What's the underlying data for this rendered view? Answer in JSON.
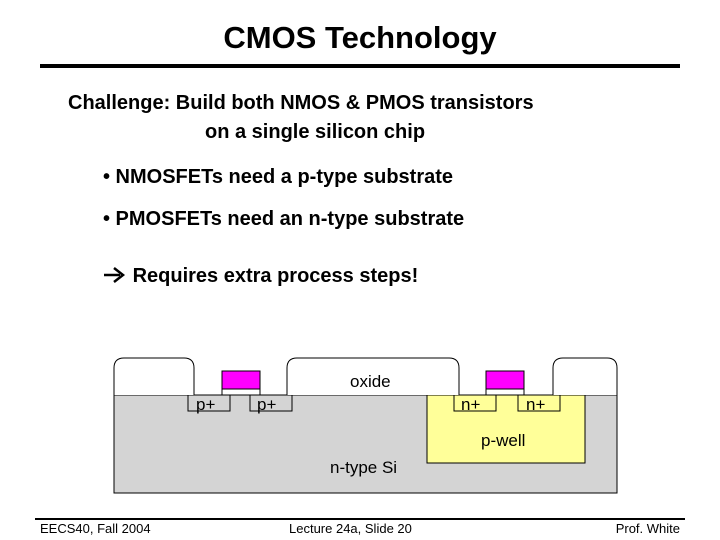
{
  "slide": {
    "title": "CMOS Technology",
    "challenge_line1": "Challenge:  Build both NMOS & PMOS transistors",
    "challenge_line2": "on a single silicon chip",
    "bullets": [
      "• NMOSFETs need a p-type substrate",
      "• PMOSFETs need an n-type substrate"
    ],
    "conclusion": "Requires extra process steps!",
    "arrow_icon": "right-arrow-icon"
  },
  "diagram": {
    "oxide_label": "oxide",
    "substrate_label": "n-type Si",
    "well_label": "p-well",
    "pmos_source_label": "p+",
    "pmos_drain_label": "p+",
    "nmos_source_label": "n+",
    "nmos_drain_label": "n+",
    "colors": {
      "substrate": "#d4d4d4",
      "p_well": "#ffff99",
      "gate": "#ff00ff",
      "oxide": "#ffffff"
    }
  },
  "footer": {
    "course": "EECS40, Fall 2004",
    "lecture": "Lecture 24a, Slide 20",
    "author": "Prof. White"
  }
}
